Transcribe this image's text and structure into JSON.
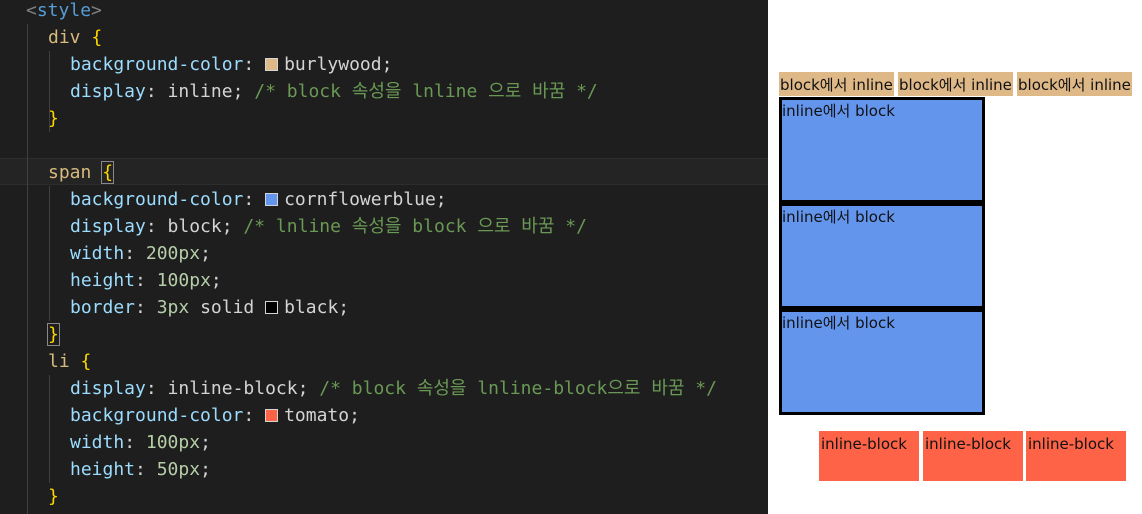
{
  "editor": {
    "lines": [
      {
        "parts": [
          {
            "t": "<",
            "c": "tag"
          },
          {
            "t": "style",
            "c": "tagname"
          },
          {
            "t": ">",
            "c": "tag"
          }
        ]
      },
      {
        "parts": [
          {
            "t": "div",
            "c": "sel"
          },
          {
            "t": " ",
            "c": "punc"
          },
          {
            "t": "{",
            "c": "brace"
          }
        ]
      },
      {
        "parts": [
          {
            "t": "background-color",
            "c": "prop"
          },
          {
            "t": ": ",
            "c": "punc"
          },
          {
            "t": "",
            "c": "swatch",
            "color": "#deb887"
          },
          {
            "t": "burlywood",
            "c": "val"
          },
          {
            "t": ";",
            "c": "punc"
          }
        ]
      },
      {
        "parts": [
          {
            "t": "display",
            "c": "prop"
          },
          {
            "t": ": ",
            "c": "punc"
          },
          {
            "t": "inline",
            "c": "val"
          },
          {
            "t": "; ",
            "c": "punc"
          },
          {
            "t": "/* block 속성을 lnline 으로 바꿈 */",
            "c": "cmt"
          }
        ]
      },
      {
        "parts": [
          {
            "t": "}",
            "c": "brace"
          }
        ]
      },
      {
        "parts": []
      },
      {
        "parts": [
          {
            "t": "span",
            "c": "sel"
          },
          {
            "t": " ",
            "c": "punc"
          },
          {
            "t": "{",
            "c": "brace match"
          }
        ]
      },
      {
        "parts": [
          {
            "t": "background-color",
            "c": "prop"
          },
          {
            "t": ": ",
            "c": "punc"
          },
          {
            "t": "",
            "c": "swatch",
            "color": "#6495ed"
          },
          {
            "t": "cornflowerblue",
            "c": "val"
          },
          {
            "t": ";",
            "c": "punc"
          }
        ]
      },
      {
        "parts": [
          {
            "t": "display",
            "c": "prop"
          },
          {
            "t": ": ",
            "c": "punc"
          },
          {
            "t": "block",
            "c": "val"
          },
          {
            "t": "; ",
            "c": "punc"
          },
          {
            "t": "/* lnline 속성을 block 으로 바꿈 */",
            "c": "cmt"
          }
        ]
      },
      {
        "parts": [
          {
            "t": "width",
            "c": "prop"
          },
          {
            "t": ": ",
            "c": "punc"
          },
          {
            "t": "200px",
            "c": "num"
          },
          {
            "t": ";",
            "c": "punc"
          }
        ]
      },
      {
        "parts": [
          {
            "t": "height",
            "c": "prop"
          },
          {
            "t": ": ",
            "c": "punc"
          },
          {
            "t": "100px",
            "c": "num"
          },
          {
            "t": ";",
            "c": "punc"
          }
        ]
      },
      {
        "parts": [
          {
            "t": "border",
            "c": "prop"
          },
          {
            "t": ": ",
            "c": "punc"
          },
          {
            "t": "3px",
            "c": "num"
          },
          {
            "t": " solid ",
            "c": "val"
          },
          {
            "t": "",
            "c": "swatch",
            "color": "#000000"
          },
          {
            "t": "black",
            "c": "val"
          },
          {
            "t": ";",
            "c": "punc"
          }
        ]
      },
      {
        "parts": [
          {
            "t": "}",
            "c": "brace match"
          }
        ]
      },
      {
        "parts": [
          {
            "t": "li",
            "c": "sel"
          },
          {
            "t": " ",
            "c": "punc"
          },
          {
            "t": "{",
            "c": "brace"
          }
        ]
      },
      {
        "parts": [
          {
            "t": "display",
            "c": "prop"
          },
          {
            "t": ": ",
            "c": "punc"
          },
          {
            "t": "inline-block",
            "c": "val"
          },
          {
            "t": "; ",
            "c": "punc"
          },
          {
            "t": "/* block 속성을 lnline-block으로 바꿈 */",
            "c": "cmt"
          }
        ]
      },
      {
        "parts": [
          {
            "t": "background-color",
            "c": "prop"
          },
          {
            "t": ": ",
            "c": "punc"
          },
          {
            "t": "",
            "c": "swatch",
            "color": "#ff6347"
          },
          {
            "t": "tomato",
            "c": "val"
          },
          {
            "t": ";",
            "c": "punc"
          }
        ]
      },
      {
        "parts": [
          {
            "t": "width",
            "c": "prop"
          },
          {
            "t": ": ",
            "c": "punc"
          },
          {
            "t": "100px",
            "c": "num"
          },
          {
            "t": ";",
            "c": "punc"
          }
        ]
      },
      {
        "parts": [
          {
            "t": "height",
            "c": "prop"
          },
          {
            "t": ": ",
            "c": "punc"
          },
          {
            "t": "50px",
            "c": "num"
          },
          {
            "t": ";",
            "c": "punc"
          }
        ]
      },
      {
        "parts": [
          {
            "t": "}",
            "c": "brace"
          }
        ]
      }
    ]
  },
  "preview": {
    "divs": [
      "block에서 inline",
      "block에서 inline",
      "block에서 inline"
    ],
    "spans": [
      "inline에서 block",
      "inline에서 block",
      "inline에서 block"
    ],
    "lis": [
      "inline-block",
      "inline-block",
      "inline-block"
    ],
    "colors": {
      "div": "#deb887",
      "span": "#6495ed",
      "li": "#ff6347"
    }
  }
}
